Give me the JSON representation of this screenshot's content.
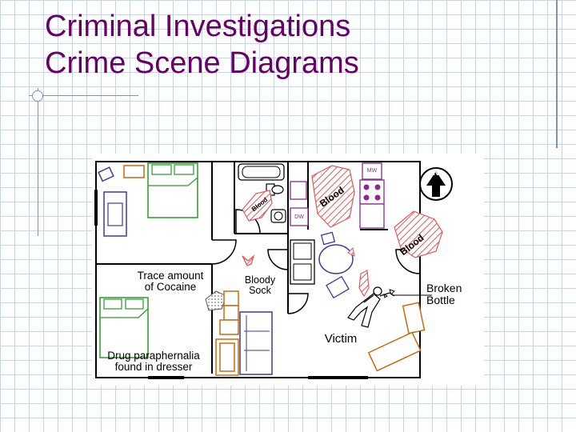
{
  "title": {
    "line1": "Criminal Investigations",
    "line2": "Crime Scene Diagrams"
  },
  "colors": {
    "title": "#660066",
    "walls": "#000000",
    "blood": "#e05a5a",
    "bedroom_furniture": "#2a9a2a",
    "living_furniture": "#3a3aa8",
    "kitchen_appliances": "#8a2a8a",
    "dresser": "#c86a10",
    "grid": "#c9d3ec"
  },
  "labels": {
    "trace_line1": "Trace amount",
    "trace_line2": "of Cocaine",
    "sock_line1": "Bloody",
    "sock_line2": "Sock",
    "drug_line1": "Drug paraphernalia",
    "drug_line2": "found in dresser",
    "broken_line1": "Broken",
    "broken_line2": "Bottle",
    "victim": "Victim",
    "blood_small": "Blood",
    "blood_kitchen": "Blood",
    "blood_entry": "Blood",
    "mw": "MW",
    "dw": "DW",
    "north": "N"
  }
}
